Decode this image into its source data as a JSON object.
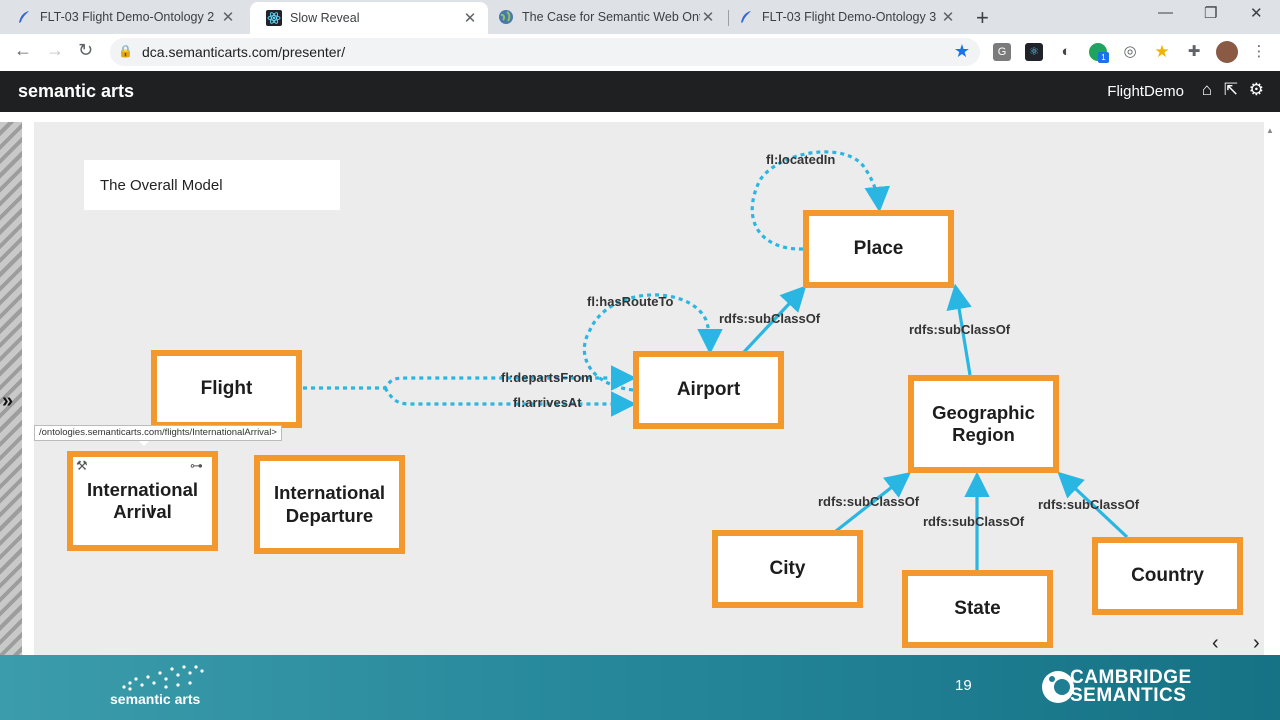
{
  "browser": {
    "tabs": [
      {
        "title": "FLT-03 Flight Demo-Ontology 2",
        "icon": "quill-icon",
        "active": false
      },
      {
        "title": "Slow Reveal",
        "icon": "react-icon",
        "active": true
      },
      {
        "title": "The Case for Semantic Web Onto",
        "icon": "globe-icon",
        "active": false
      },
      {
        "title": "FLT-03 Flight Demo-Ontology 3 ",
        "icon": "quill-icon",
        "active": false
      }
    ],
    "url": "dca.semanticarts.com/presenter/",
    "extension_badge": "1"
  },
  "app": {
    "brand": "semantic arts",
    "project": "FlightDemo"
  },
  "slide": {
    "title": "The Overall Model",
    "tooltip": "/ontologies.semanticarts.com/flights/InternationalArrival>",
    "nodes": {
      "place": "Place",
      "airport": "Airport",
      "flight": "Flight",
      "geo_region_1": "Geographic",
      "geo_region_2": "Region",
      "intl_arrival_1": "International",
      "intl_arrival_2": "Arrival",
      "intl_departure_1": "International",
      "intl_departure_2": "Departure",
      "city": "City",
      "state": "State",
      "country": "Country"
    },
    "edges": {
      "located_in": "fl:locatedIn",
      "has_route_to": "fl:hasRouteTo",
      "departs_from": "fl:departsFrom",
      "arrives_at": "fl:arrivesAt",
      "airport_subclass": "rdfs:subClassOf",
      "region_subclass": "rdfs:subClassOf",
      "city_subclass": "rdfs:subClassOf",
      "state_subclass": "rdfs:subClassOf",
      "country_subclass": "rdfs:subClassOf"
    },
    "colors": {
      "node_border": "#f3982c",
      "edge": "#29b6e3"
    }
  },
  "footer": {
    "brand": "semantic arts",
    "page_number": "19",
    "partner_line1": "CAMBRIDGE",
    "partner_line2": "SEMANTICS"
  }
}
